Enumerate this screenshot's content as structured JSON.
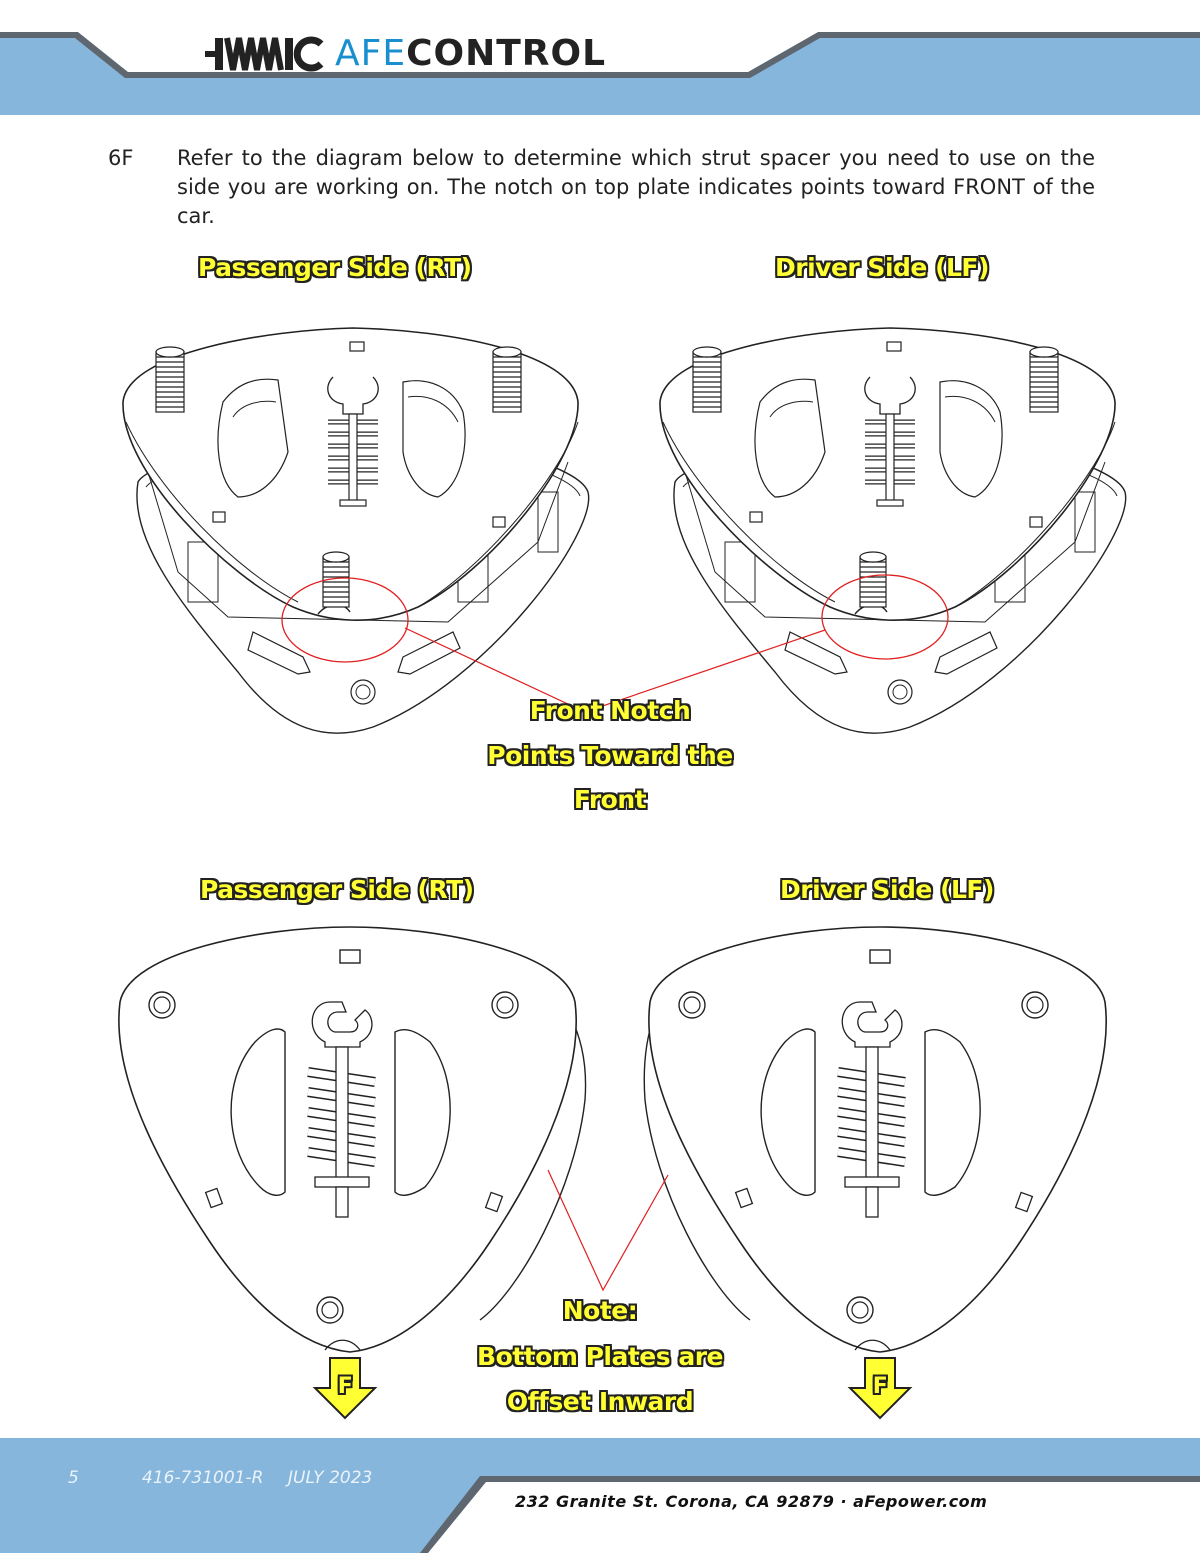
{
  "header": {
    "logo_afe": "AFE",
    "logo_control": "CONTROL",
    "accent_color": "#86b6dc",
    "brand_blue": "#1a8fd0"
  },
  "step": {
    "number": "6F",
    "text": "Refer to the diagram below to determine which strut spacer you need to use on the side you are working on.  The notch on top plate indicates points toward FRONT of the car."
  },
  "top_diagram": {
    "left_label": "Passenger  Side (RT)",
    "right_label": "Driver Side (LF)",
    "callout": [
      "Front Notch",
      "Points Toward the",
      "Front"
    ]
  },
  "bottom_diagram": {
    "left_label": "Passenger  Side (RT)",
    "right_label": "Driver Side (LF)",
    "note": [
      "Note:",
      "Bottom Plates are",
      "Offset Inward"
    ],
    "front_marker": "F"
  },
  "footer": {
    "page": "5",
    "doc_number": "416-731001-R",
    "date": "JULY 2023",
    "address": "232 Granite St. Corona, CA 92879 · aFepower.com"
  }
}
